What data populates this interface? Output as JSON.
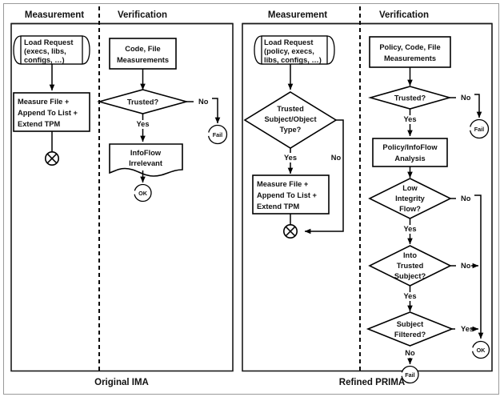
{
  "figure": {
    "title_left": "Original IMA",
    "title_right": "Refined PRIMA",
    "column_headers": {
      "measurement": "Measurement",
      "verification": "Verification"
    }
  },
  "left_panel": {
    "caption": "Original IMA",
    "header_measurement": "Measurement",
    "header_verification": "Verification",
    "measurement_flow": {
      "start": "Load Request (execs, libs, configs, …)",
      "start_lines": [
        "Load Request",
        "(execs, libs,",
        "configs, …)"
      ],
      "process": "Measure File + Append To List + Extend TPM",
      "process_lines": [
        "Measure File +",
        "Append To List +",
        "Extend TPM"
      ],
      "end_symbol": "circle-x"
    },
    "verification_flow": {
      "input": "Code, File Measurements",
      "input_lines": [
        "Code, File",
        "Measurements"
      ],
      "decision": "Trusted?",
      "decision_yes": "Yes",
      "decision_no": "No",
      "fail_terminal": "Fail",
      "document": "InfoFlow Irrelevant",
      "document_lines": [
        "InfoFlow",
        "Irrelevant"
      ],
      "ok_terminal": "OK"
    }
  },
  "right_panel": {
    "caption": "Refined PRIMA",
    "header_measurement": "Measurement",
    "header_verification": "Verification",
    "measurement_flow": {
      "start": "Load Request (policy, execs, libs, configs, …)",
      "start_lines": [
        "Load Request",
        "(policy, execs,",
        "libs, configs, …)"
      ],
      "decision": "Trusted Subject/Object Type?",
      "decision_lines": [
        "Trusted",
        "Subject/Object",
        "Type?"
      ],
      "decision_yes": "Yes",
      "decision_no": "No",
      "process": "Measure File + Append To List + Extend TPM",
      "process_lines": [
        "Measure File +",
        "Append To List +",
        "Extend TPM"
      ],
      "end_symbol": "circle-x"
    },
    "verification_flow": {
      "input": "Policy, Code, File Measurements",
      "input_lines": [
        "Policy, Code, File",
        "Measurements"
      ],
      "d1": {
        "text": "Trusted?",
        "lines": [
          "Trusted?"
        ],
        "yes": "Yes",
        "no": "No"
      },
      "fail_terminal_1": "Fail",
      "process": "Policy/InfoFlow Analysis",
      "process_lines": [
        "Policy/InfoFlow",
        "Analysis"
      ],
      "d2": {
        "text": "Low Integrity Flow?",
        "lines": [
          "Low",
          "Integrity",
          "Flow?"
        ],
        "yes": "Yes",
        "no": "No"
      },
      "d3": {
        "text": "Into Trusted Subject?",
        "lines": [
          "Into",
          "Trusted",
          "Subject?"
        ],
        "yes": "Yes",
        "no": "No"
      },
      "d4": {
        "text": "Subject Filtered?",
        "lines": [
          "Subject",
          "Filtered?"
        ],
        "yes": "Yes",
        "no": "No"
      },
      "fail_terminal_2": "Fail",
      "ok_terminal": "OK"
    }
  },
  "colors": {
    "stroke": "#000000",
    "panel_border": "#1a1a1a",
    "frame": "#9a9a9a",
    "background": "#ffffff",
    "text": "#111111"
  }
}
